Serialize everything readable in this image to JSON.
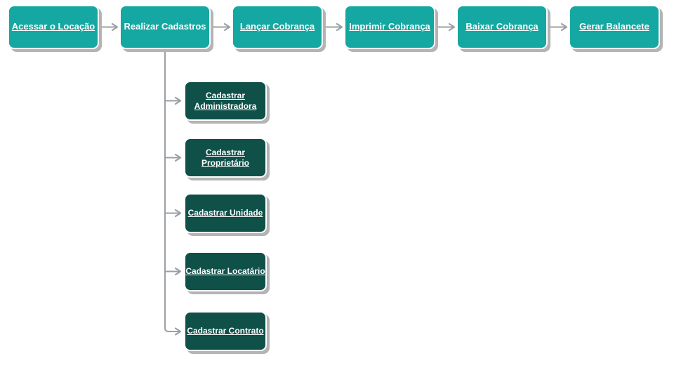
{
  "flowchart": {
    "main_flow": [
      {
        "label": "Acessar o Locação",
        "underlined": true
      },
      {
        "label": "Realizar Cadastros",
        "underlined": false
      },
      {
        "label": "Lançar Cobrança",
        "underlined": true
      },
      {
        "label": "Imprimir Cobrança",
        "underlined": true
      },
      {
        "label": "Baixar Cobrança",
        "underlined": true
      },
      {
        "label": "Gerar Balancete",
        "underlined": true
      }
    ],
    "sub_steps": [
      {
        "label": "Cadastrar\nAdministradora",
        "underlined": true
      },
      {
        "label": "Cadastrar\nProprietário",
        "underlined": true
      },
      {
        "label": "Cadastrar Unidade",
        "underlined": true
      },
      {
        "label": "Cadastrar Locatário",
        "underlined": true
      },
      {
        "label": "Cadastrar Contrato",
        "underlined": true
      }
    ],
    "colors": {
      "primary_node": "#15a7a1",
      "secondary_node": "#0f5049",
      "node_text": "#ffffff",
      "connector": "#9aa0a5",
      "node_shadow": "#b4b4b4",
      "background": "#ffffff"
    }
  }
}
